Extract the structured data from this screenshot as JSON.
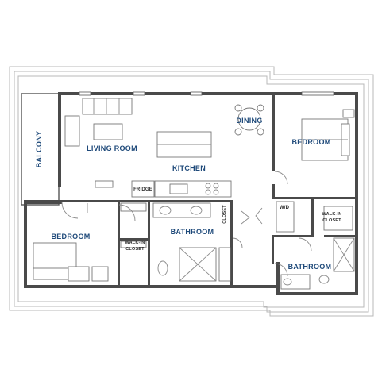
{
  "rooms": {
    "balcony": "BALCONY",
    "living_room": "LIVING ROOM",
    "dining": "DINING",
    "kitchen": "KITCHEN",
    "bedroom_right": "BEDROOM",
    "bedroom_left": "BEDROOM",
    "bathroom_center": "BATHROOM",
    "bathroom_right": "BATHROOM"
  },
  "labels": {
    "fridge": "FRIDGE",
    "closet": "CLOSET",
    "wd": "W/D",
    "walkin_left_1": "WALK-IN",
    "walkin_left_2": "CLOSET",
    "walkin_right_1": "WALK-IN",
    "walkin_right_2": "CLOSET"
  },
  "colors": {
    "room_label": "#1f4a7a",
    "wall": "#4a4a4a",
    "outline": "#b8b8b8"
  }
}
